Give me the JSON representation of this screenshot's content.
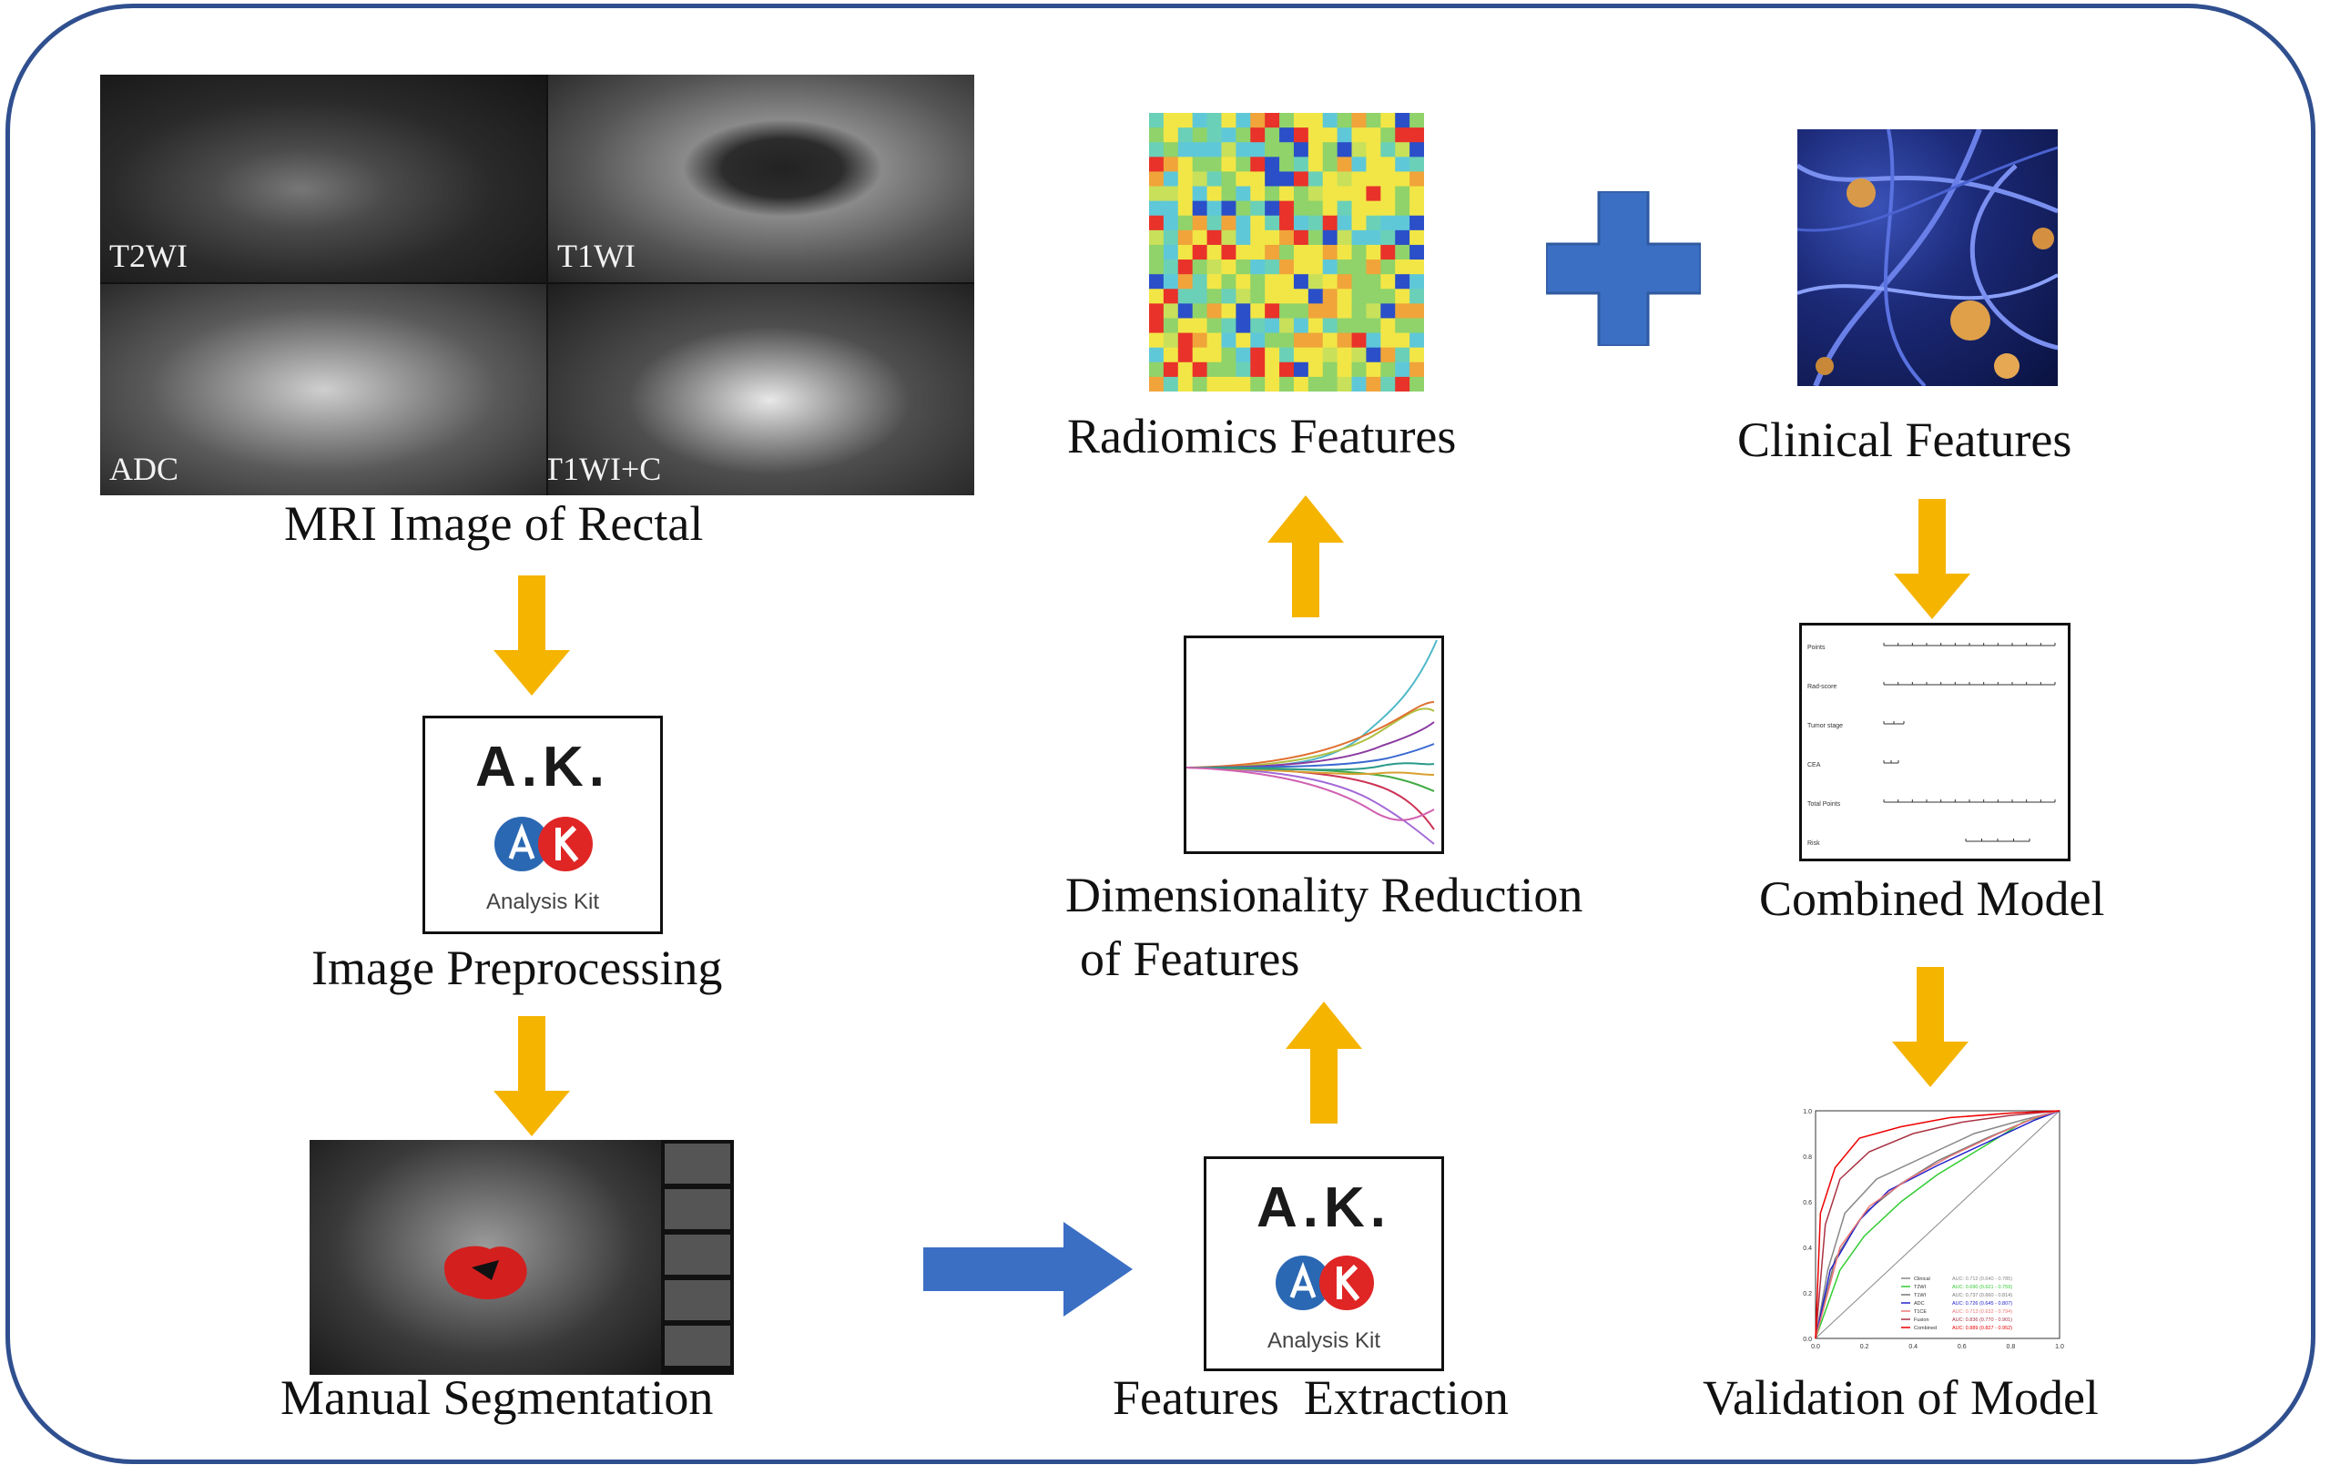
{
  "colors": {
    "border": "#2f4f8f",
    "arrow_yellow": "#f5b400",
    "arrow_blue": "#3b6fc4",
    "plus_blue": "#3b6fc4",
    "roi_red": "#d41f1f"
  },
  "mri": {
    "title": "MRI Image of Rectal",
    "tags": {
      "t2wi": "T2WI",
      "t1wi": "T1WI",
      "adc": "ADC",
      "t1wic": "T1WI+C"
    }
  },
  "ak_logo": {
    "title": "A.K.",
    "subtitle": "Analysis Kit"
  },
  "steps": {
    "preprocessing": "Image Preprocessing",
    "segmentation": "Manual Segmentation",
    "extraction": "Features  Extraction",
    "reduction_line1": "Dimensionality Reduction",
    "reduction_line2": "of Features",
    "radiomics": "Radiomics Features",
    "clinical": "Clinical Features",
    "combined": "Combined Model",
    "validation": "Validation of Model"
  },
  "nomogram": {
    "rows": [
      "Points",
      "Rad-score",
      "Tumor stage",
      "CEA",
      "Total Points",
      "Risk"
    ]
  },
  "roc": {
    "y_ticks": [
      "1.0",
      "0.8",
      "0.6",
      "0.4",
      "0.2",
      "0.0"
    ],
    "x_ticks": [
      "0.0",
      "0.2",
      "0.4",
      "0.6",
      "0.8",
      "1.0"
    ],
    "legend": [
      {
        "name": "Clinical",
        "auc": "AUC: 0.712 (0.640 - 0.785)",
        "color": "#888888"
      },
      {
        "name": "T2WI",
        "auc": "AUC: 0.690 (0.621 - 0.759)",
        "color": "#33cc33"
      },
      {
        "name": "T1WI",
        "auc": "AUC: 0.737 (0.660 - 0.814)",
        "color": "#777777"
      },
      {
        "name": "ADC",
        "auc": "AUC: 0.726 (0.645 - 0.807)",
        "color": "#2222cc"
      },
      {
        "name": "T1CE",
        "auc": "AUC: 0.713 (0.632 - 0.794)",
        "color": "#ee7777"
      },
      {
        "name": "Fusion",
        "auc": "AUC: 0.836 (0.770 - 0.901)",
        "color": "#aa3344"
      },
      {
        "name": "Combined",
        "auc": "AUC: 0.889 (0.827 - 0.952)",
        "color": "#ee0000"
      }
    ]
  }
}
